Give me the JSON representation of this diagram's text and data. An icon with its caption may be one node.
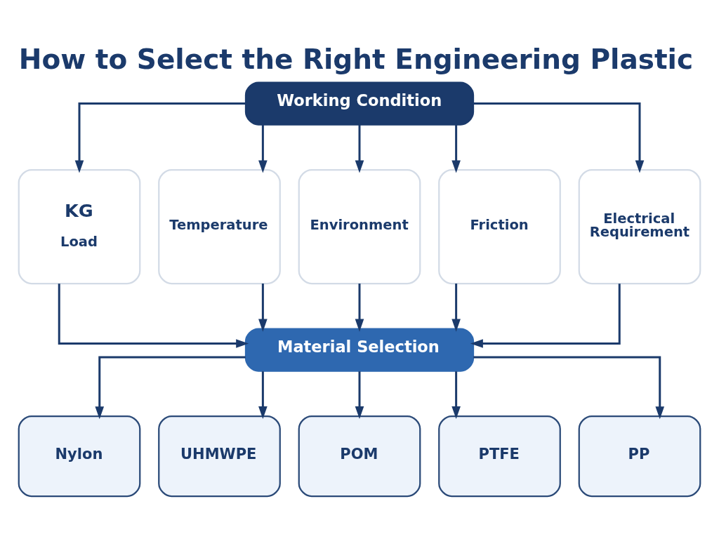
{
  "diagram": {
    "title": "How to Select the Right Engineering Plastic",
    "nodes": [
      {
        "text": [
          "Working Condition"
        ]
      },
      {
        "text": [
          "KG",
          "Load"
        ]
      },
      {
        "text": [
          "Temperature"
        ]
      },
      {
        "text": [
          "Environment"
        ]
      },
      {
        "text": [
          "Friction"
        ]
      },
      {
        "text": [
          "Electrical Requirement"
        ]
      },
      {
        "text": [
          "Material Selection"
        ]
      },
      {
        "text": [
          "Nylon"
        ]
      },
      {
        "text": [
          "UHMWPE"
        ]
      },
      {
        "text": [
          "POM"
        ]
      },
      {
        "text": [
          "PTFE"
        ]
      },
      {
        "text": [
          "PP"
        ]
      }
    ],
    "edges": [
      {
        "from": 0,
        "to": 1,
        "arrow": "to"
      },
      {
        "from": 0,
        "to": 2,
        "arrow": "to"
      },
      {
        "from": 0,
        "to": 3,
        "arrow": "to"
      },
      {
        "from": 0,
        "to": 4,
        "arrow": "to"
      },
      {
        "from": 0,
        "to": 5,
        "arrow": "to"
      },
      {
        "from": 1,
        "to": 6,
        "arrow": "to"
      },
      {
        "from": 2,
        "to": 6,
        "arrow": "to"
      },
      {
        "from": 3,
        "to": 6,
        "arrow": "to"
      },
      {
        "from": 4,
        "to": 6,
        "arrow": "to"
      },
      {
        "from": 5,
        "to": 6,
        "arrow": "to"
      },
      {
        "from": 6,
        "to": 7,
        "arrow": "to"
      },
      {
        "from": 6,
        "to": 8,
        "arrow": "to"
      },
      {
        "from": 6,
        "to": 9,
        "arrow": "to"
      },
      {
        "from": 6,
        "to": 10,
        "arrow": "to"
      },
      {
        "from": 6,
        "to": 11,
        "arrow": "to"
      }
    ]
  }
}
